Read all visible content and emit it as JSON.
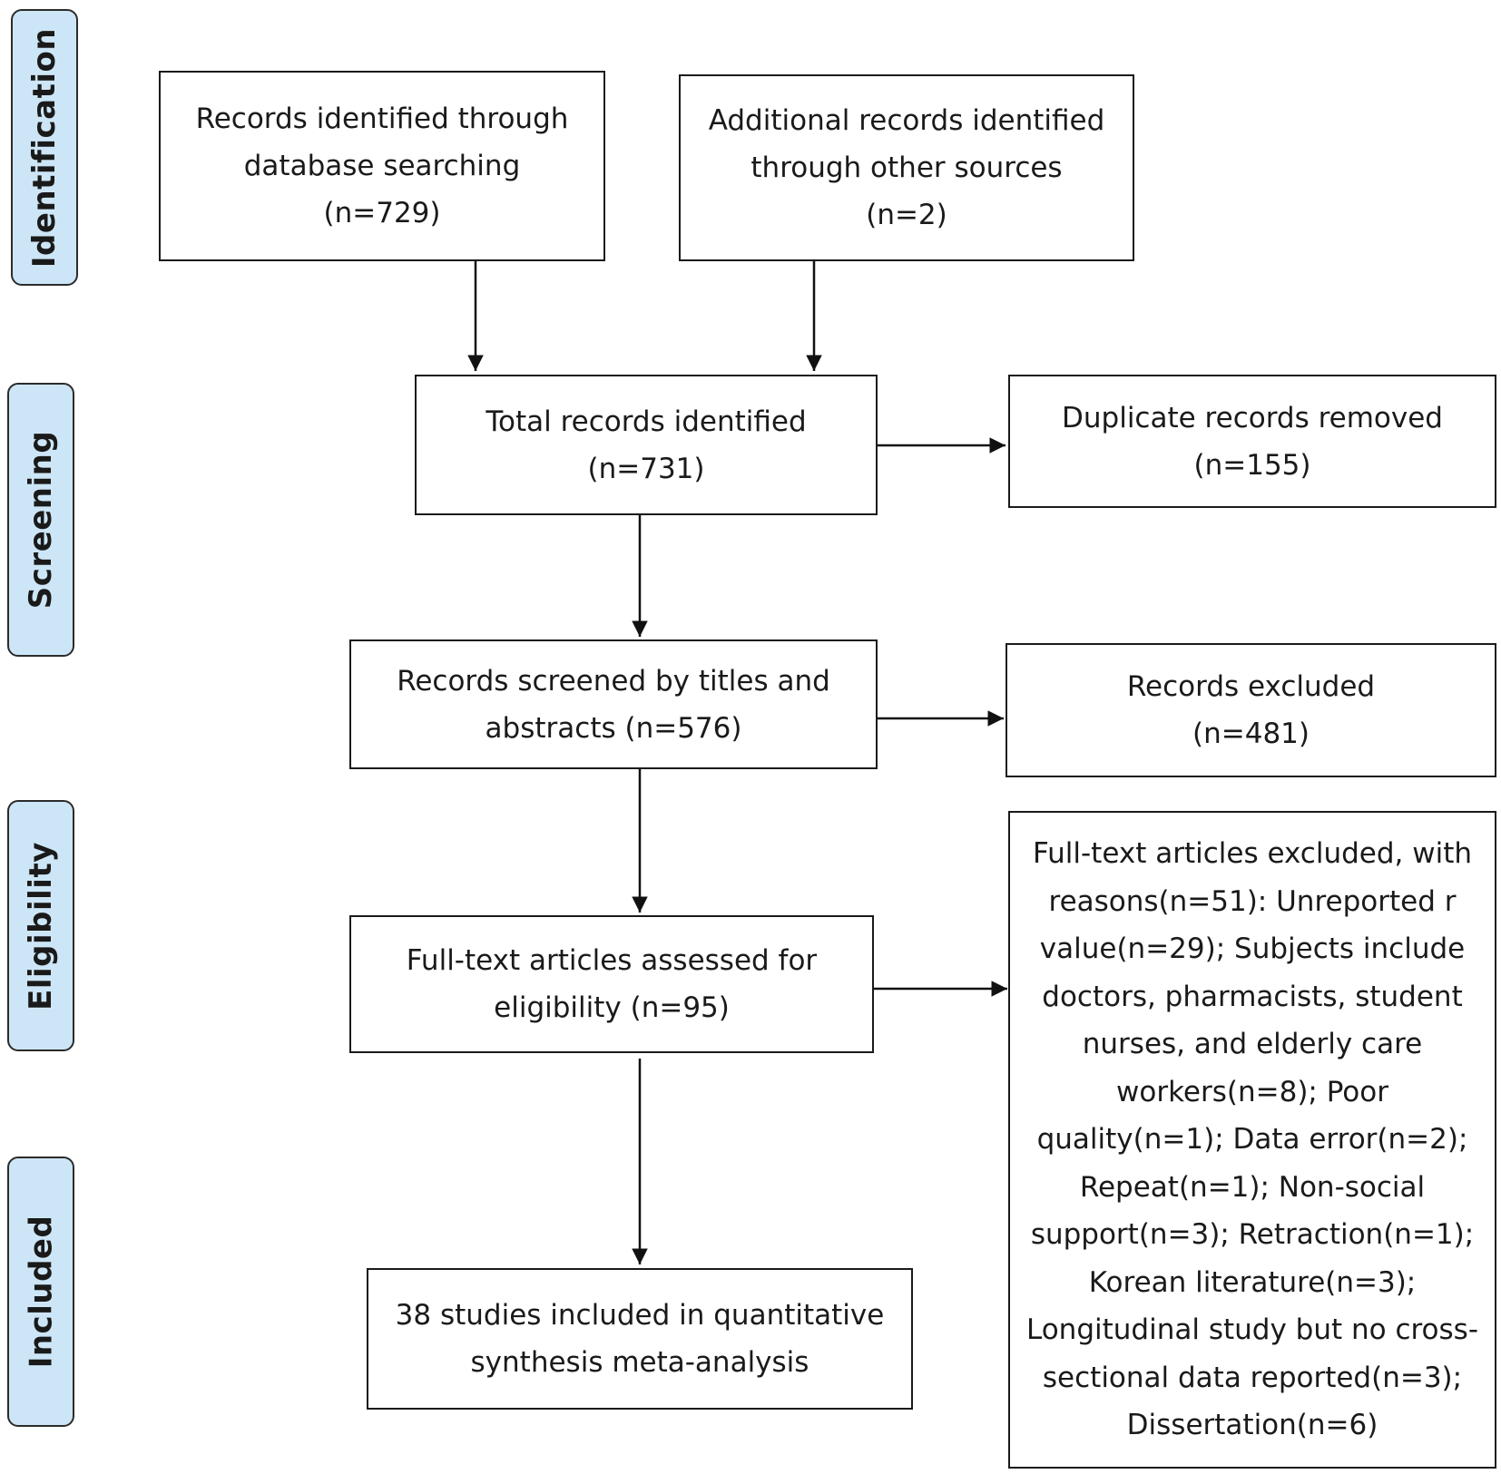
{
  "stages": {
    "identification": "Identification",
    "screening": "Screening",
    "eligibility": "Eligibility",
    "included": "Included"
  },
  "boxes": {
    "database_search": {
      "lines": [
        "Records identified through",
        "database searching",
        "(n=729)"
      ]
    },
    "other_sources": {
      "lines": [
        "Additional records identified",
        "through other sources",
        "(n=2)"
      ]
    },
    "total_identified": {
      "lines": [
        "Total records identified",
        "(n=731)"
      ]
    },
    "duplicates_removed": {
      "lines": [
        "Duplicate records removed",
        "(n=155)"
      ]
    },
    "screened": {
      "lines": [
        "Records screened by titles and",
        "abstracts (n=576)"
      ]
    },
    "excluded": {
      "lines": [
        "Records excluded",
        "(n=481)"
      ]
    },
    "fulltext_assessed": {
      "lines": [
        "Full-text articles assessed for",
        "eligibility (n=95)"
      ]
    },
    "fulltext_excluded": {
      "lines": [
        "Full-text articles excluded, with",
        "reasons(n=51): Unreported r",
        "value(n=29); Subjects include",
        "doctors, pharmacists, student",
        "nurses, and elderly care",
        "workers(n=8); Poor",
        "quality(n=1); Data error(n=2);",
        "Repeat(n=1); Non-social",
        "support(n=3); Retraction(n=1);",
        "Korean literature(n=3);",
        "Longitudinal study but no cross-",
        "sectional data reported(n=3);",
        "Dissertation(n=6)"
      ]
    },
    "included_studies": {
      "lines": [
        "38 studies included in quantitative",
        "synthesis meta-analysis"
      ]
    }
  }
}
